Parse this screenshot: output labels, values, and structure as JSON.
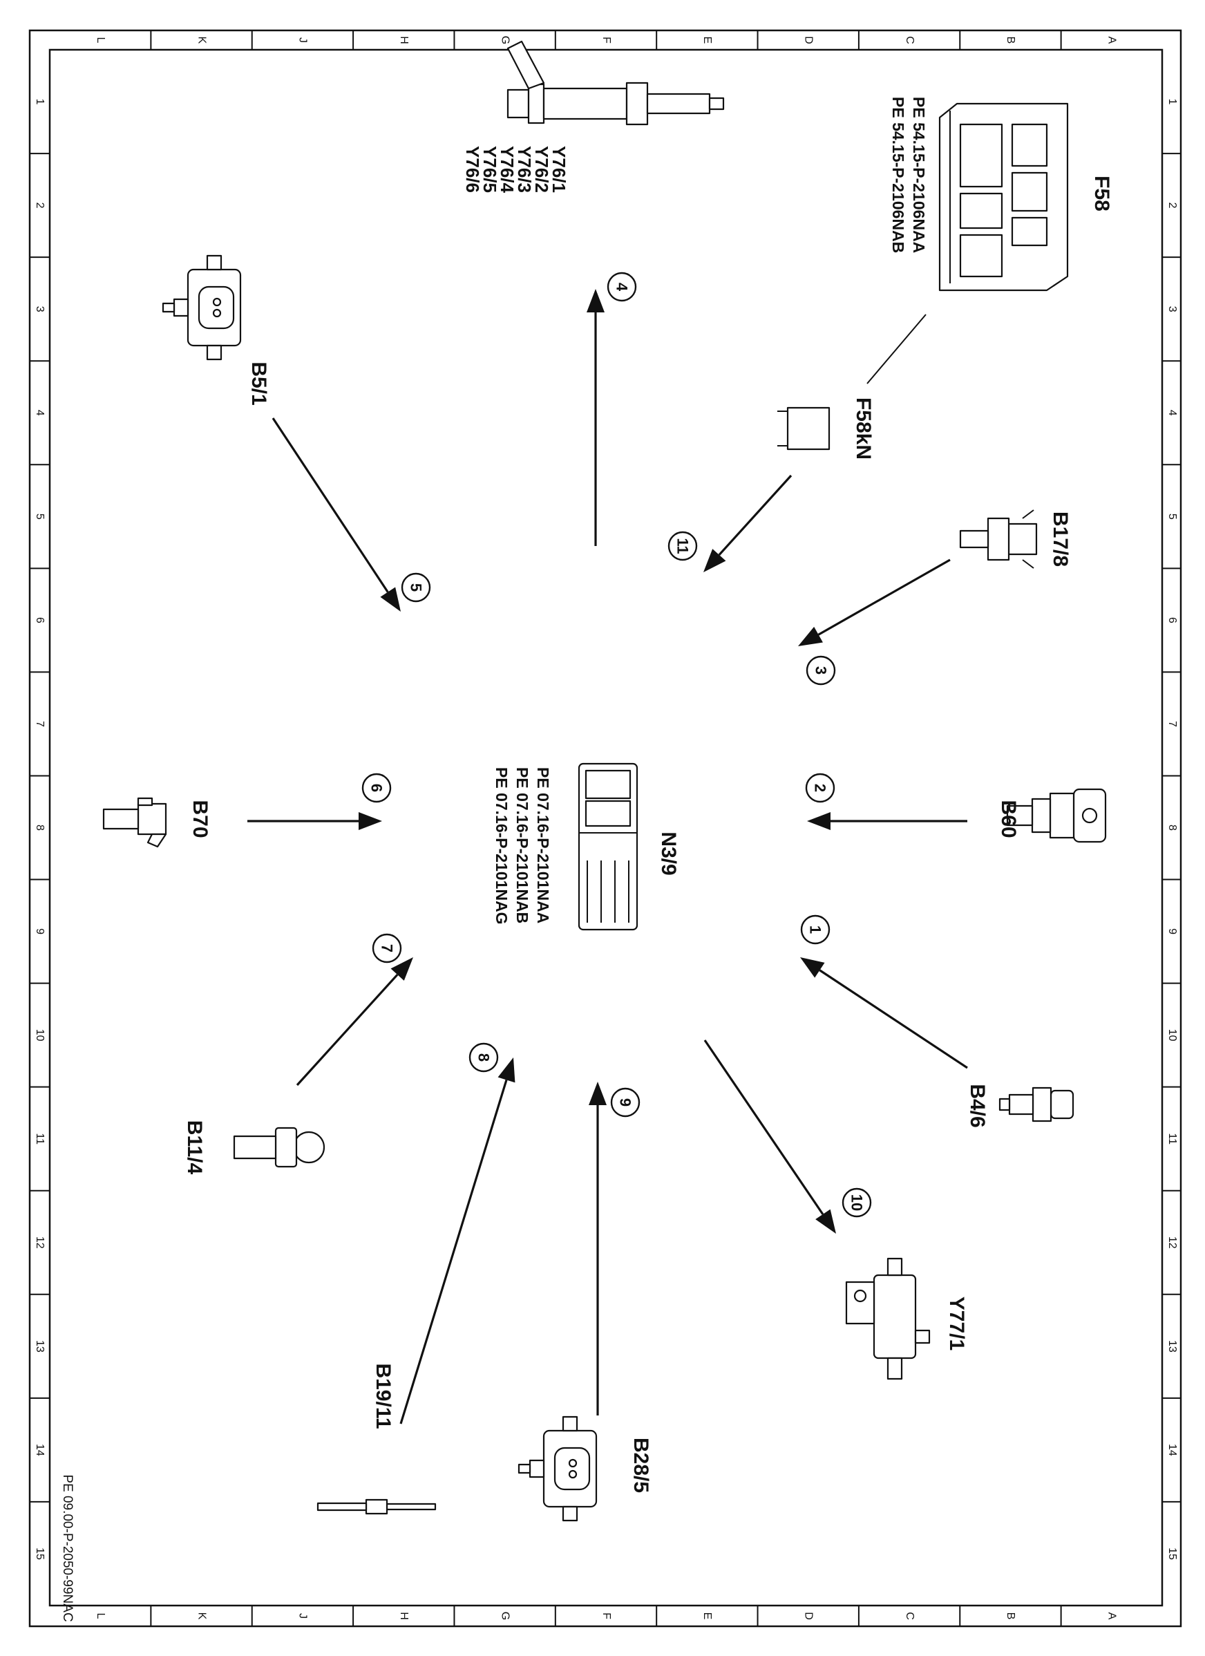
{
  "drawing": {
    "column_letters": [
      "L",
      "K",
      "J",
      "H",
      "G",
      "F",
      "E",
      "D",
      "C",
      "B",
      "A"
    ],
    "row_numbers": [
      "1",
      "2",
      "3",
      "4",
      "5",
      "6",
      "7",
      "8",
      "9",
      "10",
      "11",
      "12",
      "13",
      "14",
      "15"
    ],
    "drawing_number": "PE 09.00-P-2050-99NAC"
  },
  "center": {
    "label": "N3/9",
    "refs": [
      "PE 07.16-P-2101NAA",
      "PE 07.16-P-2101NAB",
      "PE 07.16-P-2101NAG"
    ]
  },
  "components": [
    {
      "id": "F58",
      "labels": [
        "F58"
      ],
      "refs": [
        "PE 54.15-P-2106NAA",
        "PE 54.15-P-2106NAB"
      ],
      "icon": "fuse-relay-box-icon"
    },
    {
      "id": "F58kN",
      "labels": [
        "F58kN"
      ],
      "icon": "relay-icon",
      "arrow": "11"
    },
    {
      "id": "Y76",
      "labels": [
        "Y76/1",
        "Y76/2",
        "Y76/3",
        "Y76/4",
        "Y76/5",
        "Y76/6"
      ],
      "icon": "injector-icon",
      "arrow": "4"
    },
    {
      "id": "B17/8",
      "labels": [
        "B17/8"
      ],
      "icon": "temperature-sensor-icon",
      "arrow": "3"
    },
    {
      "id": "B5/1",
      "labels": [
        "B5/1"
      ],
      "icon": "pressure-sensor-icon",
      "arrow": "5"
    },
    {
      "id": "B60",
      "labels": [
        "B60"
      ],
      "icon": "pressure-sensor-icon",
      "arrow": "2"
    },
    {
      "id": "B70",
      "labels": [
        "B70"
      ],
      "icon": "crankshaft-sensor-icon",
      "arrow": "6"
    },
    {
      "id": "B4/6",
      "labels": [
        "B4/6"
      ],
      "icon": "rail-pressure-sensor-icon",
      "arrow": "1"
    },
    {
      "id": "B11/4",
      "labels": [
        "B11/4"
      ],
      "icon": "coolant-sensor-icon",
      "arrow": "7"
    },
    {
      "id": "Y77/1",
      "labels": [
        "Y77/1"
      ],
      "icon": "valve-icon",
      "arrow": "10"
    },
    {
      "id": "B19/11",
      "labels": [
        "B19/11"
      ],
      "icon": "exhaust-temp-sensor-icon",
      "arrow": "8"
    },
    {
      "id": "B28/5",
      "labels": [
        "B28/5"
      ],
      "icon": "pressure-sensor-icon",
      "arrow": "9"
    }
  ],
  "arrow_numbers": [
    "1",
    "2",
    "3",
    "4",
    "5",
    "6",
    "7",
    "8",
    "9",
    "10",
    "11"
  ]
}
